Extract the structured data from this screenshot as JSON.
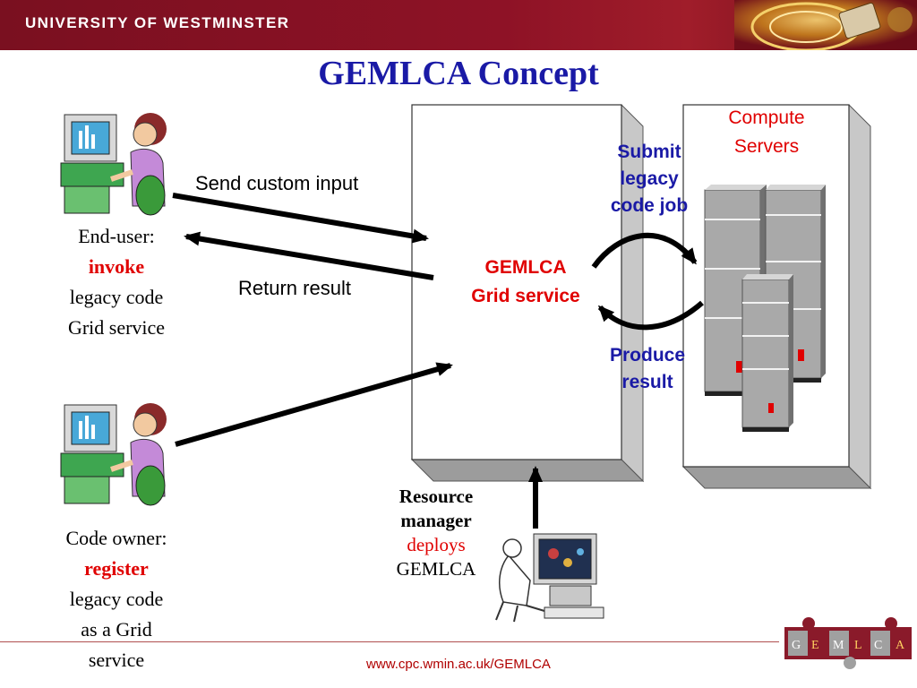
{
  "header": {
    "institution": "UNIVERSITY OF WESTMINSTER"
  },
  "slide": {
    "title": "GEMLCA Concept"
  },
  "end_user": {
    "line1": "End-user:",
    "action": "invoke",
    "line3": "legacy code",
    "line4": "Grid service"
  },
  "code_owner": {
    "line1": "Code owner:",
    "action": "register",
    "line3": "legacy code",
    "line4": "as a Grid",
    "line5": "service"
  },
  "arrows": {
    "send": "Send custom input",
    "return": "Return result"
  },
  "gemlca_service": {
    "line1": "GEMLCA",
    "line2": "Grid service"
  },
  "submit": {
    "line1": "Submit",
    "line2": "legacy",
    "line3": "code job"
  },
  "produce": {
    "line1": "Produce",
    "line2": "result"
  },
  "compute": {
    "line1": "Compute",
    "line2": "Servers"
  },
  "resource_manager": {
    "line1": "Resource",
    "line2": "manager",
    "action": "deploys",
    "line4": "GEMLCA"
  },
  "logo": {
    "letters": [
      "G",
      "E",
      "M",
      "L",
      "C",
      "A"
    ]
  },
  "footer": {
    "url": "www.cpc.wmin.ac.uk/GEMLCA"
  },
  "colors": {
    "banner": "#8e1226",
    "title": "#1a1aa6",
    "highlight": "#e00000",
    "blue_label": "#1a1aa6"
  }
}
